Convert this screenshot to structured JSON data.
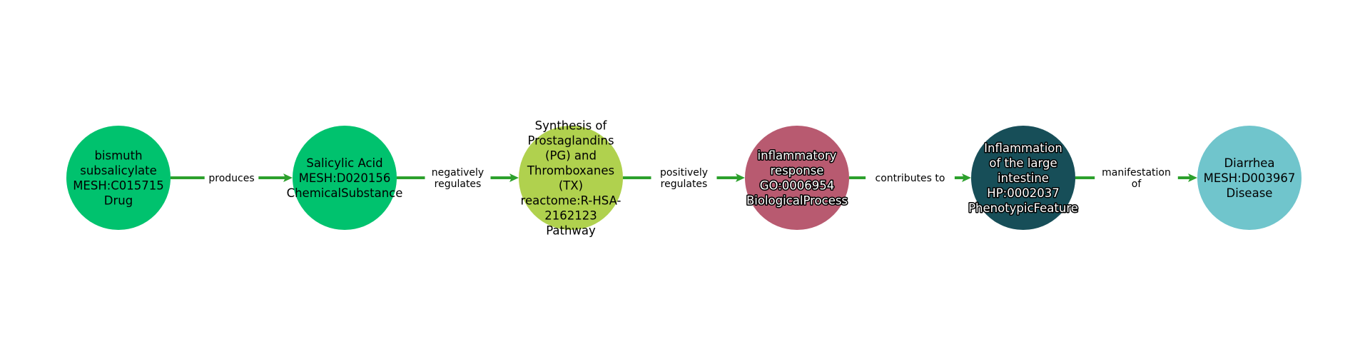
{
  "nodes": [
    {
      "lines": [
        "bismuth",
        "subsalicylate",
        "MESH:C015715",
        "Drug"
      ],
      "color": "#00c26e",
      "text_color": "#000000",
      "outlined": false
    },
    {
      "lines": [
        "Salicylic Acid",
        "MESH:D020156",
        "ChemicalSubstance"
      ],
      "color": "#00c26e",
      "text_color": "#000000",
      "outlined": false
    },
    {
      "lines": [
        "Synthesis of",
        "Prostaglandins",
        "(PG) and",
        "Thromboxanes",
        "(TX)",
        "reactome:R-HSA-",
        "2162123",
        "Pathway"
      ],
      "color": "#b0d14e",
      "text_color": "#000000",
      "outlined": false
    },
    {
      "lines": [
        "inflammatory",
        "response",
        "GO:0006954",
        "BiologicalProcess"
      ],
      "color": "#b85a70",
      "text_color": "#ffffff",
      "outlined": true
    },
    {
      "lines": [
        "Inflammation",
        "of the large",
        "intestine",
        "HP:0002037",
        "PhenotypicFeature"
      ],
      "color": "#174e58",
      "text_color": "#ffffff",
      "outlined": true
    },
    {
      "lines": [
        "Diarrhea",
        "MESH:D003967",
        "Disease"
      ],
      "color": "#70c5cc",
      "text_color": "#000000",
      "outlined": false
    }
  ],
  "edges": [
    {
      "from": 0,
      "to": 1,
      "lines": [
        "produces"
      ]
    },
    {
      "from": 1,
      "to": 2,
      "lines": [
        "negatively",
        "regulates"
      ]
    },
    {
      "from": 2,
      "to": 3,
      "lines": [
        "positively",
        "regulates"
      ]
    },
    {
      "from": 3,
      "to": 4,
      "lines": [
        "contributes to"
      ]
    },
    {
      "from": 4,
      "to": 5,
      "lines": [
        "manifestation",
        "of"
      ]
    }
  ],
  "edge_color": "#2ca02c"
}
